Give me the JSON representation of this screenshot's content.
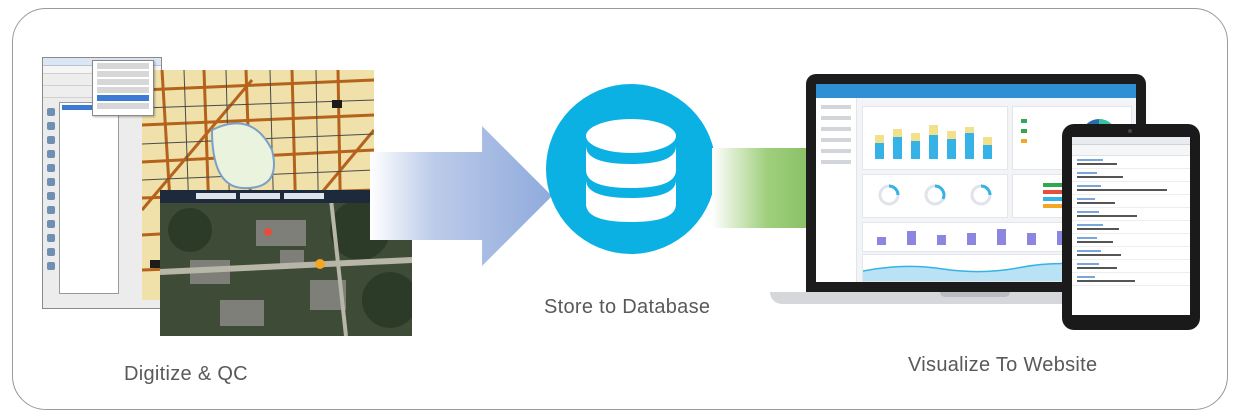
{
  "labels": {
    "digitize": "Digitize & QC",
    "store": "Store to Database",
    "visualize": "Visualize To Website"
  },
  "colors": {
    "arrow_left": "#8faadc",
    "arrow_right": "#5ca136",
    "database": "#0cb1e3",
    "frame_border": "#9a9a9a",
    "label_text": "#595959"
  },
  "icons": {
    "database": "database-icon",
    "gis": "gis-desktop-screenshot",
    "map": "satellite-map-screenshot",
    "laptop": "laptop-dashboard-icon",
    "tablet": "tablet-dashboard-icon"
  }
}
